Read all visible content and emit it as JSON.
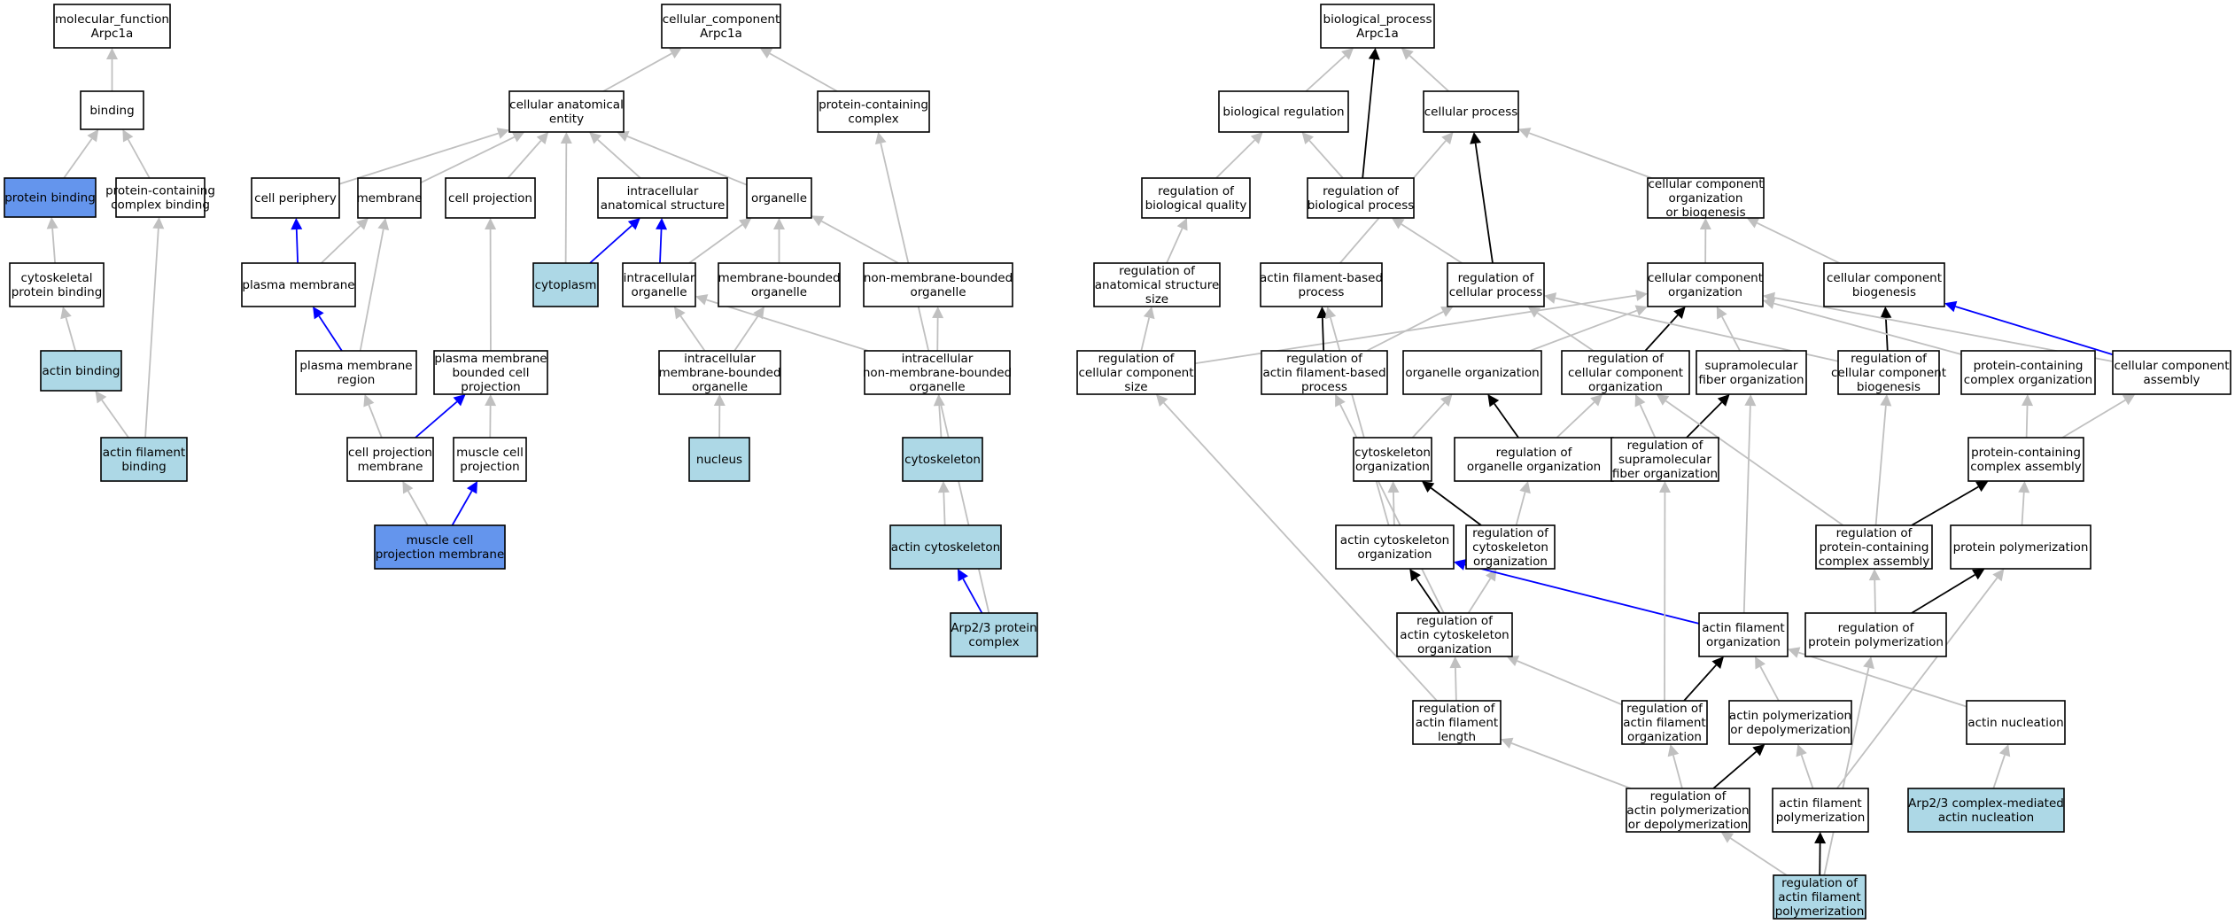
{
  "colors": {
    "node_default": "#ffffff",
    "node_light": "#add8e6",
    "node_highlight": "#6495ed",
    "edge_is_a": "#c0c0c0",
    "edge_part_of": "#0000ff",
    "edge_regulates": "#000000"
  },
  "nodes": [
    {
      "id": "mf",
      "lines": [
        "molecular_function",
        "Arpc1a"
      ],
      "fill": "default"
    },
    {
      "id": "binding",
      "lines": [
        "binding"
      ],
      "fill": "default"
    },
    {
      "id": "protein_binding",
      "lines": [
        "protein binding"
      ],
      "fill": "highlight"
    },
    {
      "id": "pc_complex_binding",
      "lines": [
        "protein-containing",
        "complex binding"
      ],
      "fill": "default"
    },
    {
      "id": "cytoskeletal_pb",
      "lines": [
        "cytoskeletal",
        "protein binding"
      ],
      "fill": "default"
    },
    {
      "id": "actin_binding",
      "lines": [
        "actin binding"
      ],
      "fill": "light"
    },
    {
      "id": "actin_filament_binding",
      "lines": [
        "actin filament",
        "binding"
      ],
      "fill": "light"
    },
    {
      "id": "cc",
      "lines": [
        "cellular_component",
        "Arpc1a"
      ],
      "fill": "default"
    },
    {
      "id": "cae",
      "lines": [
        "cellular anatomical",
        "entity"
      ],
      "fill": "default"
    },
    {
      "id": "pcc",
      "lines": [
        "protein-containing",
        "complex"
      ],
      "fill": "default"
    },
    {
      "id": "cell_periphery",
      "lines": [
        "cell periphery"
      ],
      "fill": "default"
    },
    {
      "id": "membrane",
      "lines": [
        "membrane"
      ],
      "fill": "default"
    },
    {
      "id": "cell_projection",
      "lines": [
        "cell projection"
      ],
      "fill": "default"
    },
    {
      "id": "ias",
      "lines": [
        "intracellular",
        "anatomical structure"
      ],
      "fill": "default"
    },
    {
      "id": "organelle",
      "lines": [
        "organelle"
      ],
      "fill": "default"
    },
    {
      "id": "plasma_membrane",
      "lines": [
        "plasma membrane"
      ],
      "fill": "default"
    },
    {
      "id": "cytoplasm",
      "lines": [
        "cytoplasm"
      ],
      "fill": "light"
    },
    {
      "id": "intra_organelle",
      "lines": [
        "intracellular",
        "organelle"
      ],
      "fill": "default"
    },
    {
      "id": "mbo",
      "lines": [
        "membrane-bounded",
        "organelle"
      ],
      "fill": "default"
    },
    {
      "id": "nmbo",
      "lines": [
        "non-membrane-bounded",
        "organelle"
      ],
      "fill": "default"
    },
    {
      "id": "pm_region",
      "lines": [
        "plasma membrane",
        "region"
      ],
      "fill": "default"
    },
    {
      "id": "pmbcp",
      "lines": [
        "plasma membrane",
        "bounded cell",
        "projection"
      ],
      "fill": "default"
    },
    {
      "id": "imbo",
      "lines": [
        "intracellular",
        "membrane-bounded",
        "organelle"
      ],
      "fill": "default"
    },
    {
      "id": "inmbo",
      "lines": [
        "intracellular",
        "non-membrane-bounded",
        "organelle"
      ],
      "fill": "default"
    },
    {
      "id": "cp_membrane",
      "lines": [
        "cell projection",
        "membrane"
      ],
      "fill": "default"
    },
    {
      "id": "muscle_cp",
      "lines": [
        "muscle cell",
        "projection"
      ],
      "fill": "default"
    },
    {
      "id": "nucleus",
      "lines": [
        "nucleus"
      ],
      "fill": "light"
    },
    {
      "id": "cytoskeleton",
      "lines": [
        "cytoskeleton"
      ],
      "fill": "light"
    },
    {
      "id": "mcp_membrane",
      "lines": [
        "muscle cell",
        "projection membrane"
      ],
      "fill": "highlight"
    },
    {
      "id": "actin_cytoskeleton",
      "lines": [
        "actin cytoskeleton"
      ],
      "fill": "light"
    },
    {
      "id": "arp23_complex",
      "lines": [
        "Arp2/3 protein",
        "complex"
      ],
      "fill": "light"
    },
    {
      "id": "bp",
      "lines": [
        "biological_process",
        "Arpc1a"
      ],
      "fill": "default"
    },
    {
      "id": "bio_reg",
      "lines": [
        "biological regulation"
      ],
      "fill": "default"
    },
    {
      "id": "cell_proc",
      "lines": [
        "cellular process"
      ],
      "fill": "default"
    },
    {
      "id": "reg_bio_quality",
      "lines": [
        "regulation of",
        "biological quality"
      ],
      "fill": "default"
    },
    {
      "id": "reg_bio_proc",
      "lines": [
        "regulation of",
        "biological process"
      ],
      "fill": "default"
    },
    {
      "id": "ccob",
      "lines": [
        "cellular component",
        "organization",
        "or biogenesis"
      ],
      "fill": "default"
    },
    {
      "id": "reg_anat_size",
      "lines": [
        "regulation of",
        "anatomical structure",
        "size"
      ],
      "fill": "default"
    },
    {
      "id": "afbp",
      "lines": [
        "actin filament-based",
        "process"
      ],
      "fill": "default"
    },
    {
      "id": "reg_cell_proc",
      "lines": [
        "regulation of",
        "cellular process"
      ],
      "fill": "default"
    },
    {
      "id": "cco",
      "lines": [
        "cellular component",
        "organization"
      ],
      "fill": "default"
    },
    {
      "id": "ccb",
      "lines": [
        "cellular component",
        "biogenesis"
      ],
      "fill": "default"
    },
    {
      "id": "reg_cc_size",
      "lines": [
        "regulation of",
        "cellular component",
        "size"
      ],
      "fill": "default"
    },
    {
      "id": "reg_afbp",
      "lines": [
        "regulation of",
        "actin filament-based",
        "process"
      ],
      "fill": "default"
    },
    {
      "id": "organelle_org",
      "lines": [
        "organelle organization"
      ],
      "fill": "default"
    },
    {
      "id": "reg_cco",
      "lines": [
        "regulation of",
        "cellular component",
        "organization"
      ],
      "fill": "default"
    },
    {
      "id": "smf_org",
      "lines": [
        "supramolecular",
        "fiber organization"
      ],
      "fill": "default"
    },
    {
      "id": "reg_ccb",
      "lines": [
        "regulation of",
        "cellular component",
        "biogenesis"
      ],
      "fill": "default"
    },
    {
      "id": "pc_complex_org",
      "lines": [
        "protein-containing",
        "complex organization"
      ],
      "fill": "default"
    },
    {
      "id": "cc_assembly",
      "lines": [
        "cellular component",
        "assembly"
      ],
      "fill": "default"
    },
    {
      "id": "cytoskeleton_org",
      "lines": [
        "cytoskeleton",
        "organization"
      ],
      "fill": "default"
    },
    {
      "id": "reg_organelle_org",
      "lines": [
        "regulation of",
        "organelle organization"
      ],
      "fill": "default"
    },
    {
      "id": "reg_smf_org",
      "lines": [
        "regulation of",
        "supramolecular",
        "fiber organization"
      ],
      "fill": "default"
    },
    {
      "id": "pc_complex_assembly",
      "lines": [
        "protein-containing",
        "complex assembly"
      ],
      "fill": "default"
    },
    {
      "id": "actin_cyto_org",
      "lines": [
        "actin cytoskeleton",
        "organization"
      ],
      "fill": "default"
    },
    {
      "id": "reg_cyto_org",
      "lines": [
        "regulation of",
        "cytoskeleton",
        "organization"
      ],
      "fill": "default"
    },
    {
      "id": "reg_pcc_assembly",
      "lines": [
        "regulation of",
        "protein-containing",
        "complex assembly"
      ],
      "fill": "default"
    },
    {
      "id": "protein_polymerization",
      "lines": [
        "protein polymerization"
      ],
      "fill": "default"
    },
    {
      "id": "reg_actin_cyto_org",
      "lines": [
        "regulation of",
        "actin cytoskeleton",
        "organization"
      ],
      "fill": "default"
    },
    {
      "id": "actin_filament_org",
      "lines": [
        "actin filament",
        "organization"
      ],
      "fill": "default"
    },
    {
      "id": "reg_protein_poly",
      "lines": [
        "regulation of",
        "protein polymerization"
      ],
      "fill": "default"
    },
    {
      "id": "reg_af_length",
      "lines": [
        "regulation of",
        "actin filament",
        "length"
      ],
      "fill": "default"
    },
    {
      "id": "reg_af_org",
      "lines": [
        "regulation of",
        "actin filament",
        "organization"
      ],
      "fill": "default"
    },
    {
      "id": "actin_poly_depoly",
      "lines": [
        "actin polymerization",
        "or depolymerization"
      ],
      "fill": "default"
    },
    {
      "id": "actin_nucleation",
      "lines": [
        "actin nucleation"
      ],
      "fill": "default"
    },
    {
      "id": "reg_actin_poly_depoly",
      "lines": [
        "regulation of",
        "actin polymerization",
        "or depolymerization"
      ],
      "fill": "default"
    },
    {
      "id": "af_polymerization",
      "lines": [
        "actin filament",
        "polymerization"
      ],
      "fill": "default"
    },
    {
      "id": "arp23_nucleation",
      "lines": [
        "Arp2/3 complex-mediated",
        "actin nucleation"
      ],
      "fill": "light"
    },
    {
      "id": "reg_af_polymerization",
      "lines": [
        "regulation of",
        "actin filament",
        "polymerization"
      ],
      "fill": "light"
    }
  ],
  "edges": [
    {
      "from": "binding",
      "to": "mf",
      "kind": "is_a"
    },
    {
      "from": "protein_binding",
      "to": "binding",
      "kind": "is_a"
    },
    {
      "from": "pc_complex_binding",
      "to": "binding",
      "kind": "is_a"
    },
    {
      "from": "cytoskeletal_pb",
      "to": "protein_binding",
      "kind": "is_a"
    },
    {
      "from": "actin_binding",
      "to": "cytoskeletal_pb",
      "kind": "is_a"
    },
    {
      "from": "actin_filament_binding",
      "to": "actin_binding",
      "kind": "is_a"
    },
    {
      "from": "actin_filament_binding",
      "to": "pc_complex_binding",
      "kind": "is_a"
    },
    {
      "from": "cae",
      "to": "cc",
      "kind": "is_a"
    },
    {
      "from": "pcc",
      "to": "cc",
      "kind": "is_a"
    },
    {
      "from": "cell_periphery",
      "to": "cae",
      "kind": "is_a"
    },
    {
      "from": "membrane",
      "to": "cae",
      "kind": "is_a"
    },
    {
      "from": "cell_projection",
      "to": "cae",
      "kind": "is_a"
    },
    {
      "from": "ias",
      "to": "cae",
      "kind": "is_a"
    },
    {
      "from": "organelle",
      "to": "cae",
      "kind": "is_a"
    },
    {
      "from": "cytoplasm",
      "to": "cae",
      "kind": "is_a"
    },
    {
      "from": "plasma_membrane",
      "to": "cell_periphery",
      "kind": "part_of"
    },
    {
      "from": "plasma_membrane",
      "to": "membrane",
      "kind": "is_a"
    },
    {
      "from": "cytoplasm",
      "to": "ias",
      "kind": "part_of"
    },
    {
      "from": "intra_organelle",
      "to": "ias",
      "kind": "part_of"
    },
    {
      "from": "intra_organelle",
      "to": "organelle",
      "kind": "is_a"
    },
    {
      "from": "mbo",
      "to": "organelle",
      "kind": "is_a"
    },
    {
      "from": "nmbo",
      "to": "organelle",
      "kind": "is_a"
    },
    {
      "from": "pm_region",
      "to": "plasma_membrane",
      "kind": "part_of"
    },
    {
      "from": "pm_region",
      "to": "membrane",
      "kind": "is_a"
    },
    {
      "from": "pmbcp",
      "to": "cell_projection",
      "kind": "is_a"
    },
    {
      "from": "imbo",
      "to": "intra_organelle",
      "kind": "is_a"
    },
    {
      "from": "imbo",
      "to": "mbo",
      "kind": "is_a"
    },
    {
      "from": "inmbo",
      "to": "intra_organelle",
      "kind": "is_a"
    },
    {
      "from": "inmbo",
      "to": "nmbo",
      "kind": "is_a"
    },
    {
      "from": "cp_membrane",
      "to": "pm_region",
      "kind": "is_a"
    },
    {
      "from": "cp_membrane",
      "to": "pmbcp",
      "kind": "part_of"
    },
    {
      "from": "muscle_cp",
      "to": "pmbcp",
      "kind": "is_a"
    },
    {
      "from": "nucleus",
      "to": "imbo",
      "kind": "is_a"
    },
    {
      "from": "cytoskeleton",
      "to": "inmbo",
      "kind": "is_a"
    },
    {
      "from": "mcp_membrane",
      "to": "cp_membrane",
      "kind": "is_a"
    },
    {
      "from": "mcp_membrane",
      "to": "muscle_cp",
      "kind": "part_of"
    },
    {
      "from": "actin_cytoskeleton",
      "to": "cytoskeleton",
      "kind": "is_a"
    },
    {
      "from": "arp23_complex",
      "to": "actin_cytoskeleton",
      "kind": "part_of"
    },
    {
      "from": "arp23_complex",
      "to": "pcc",
      "kind": "is_a"
    },
    {
      "from": "bio_reg",
      "to": "bp",
      "kind": "is_a"
    },
    {
      "from": "cell_proc",
      "to": "bp",
      "kind": "is_a"
    },
    {
      "from": "reg_bio_proc",
      "to": "bp",
      "kind": "regulates"
    },
    {
      "from": "reg_bio_quality",
      "to": "bio_reg",
      "kind": "is_a"
    },
    {
      "from": "reg_bio_proc",
      "to": "bio_reg",
      "kind": "is_a"
    },
    {
      "from": "ccob",
      "to": "cell_proc",
      "kind": "is_a"
    },
    {
      "from": "reg_anat_size",
      "to": "reg_bio_quality",
      "kind": "is_a"
    },
    {
      "from": "afbp",
      "to": "cell_proc",
      "kind": "is_a"
    },
    {
      "from": "reg_cell_proc",
      "to": "reg_bio_proc",
      "kind": "is_a"
    },
    {
      "from": "reg_cell_proc",
      "to": "cell_proc",
      "kind": "regulates"
    },
    {
      "from": "cco",
      "to": "ccob",
      "kind": "is_a"
    },
    {
      "from": "ccb",
      "to": "ccob",
      "kind": "is_a"
    },
    {
      "from": "reg_cc_size",
      "to": "reg_anat_size",
      "kind": "is_a"
    },
    {
      "from": "reg_cc_size",
      "to": "cco",
      "kind": "is_a"
    },
    {
      "from": "reg_afbp",
      "to": "afbp",
      "kind": "regulates"
    },
    {
      "from": "reg_afbp",
      "to": "reg_cell_proc",
      "kind": "is_a"
    },
    {
      "from": "organelle_org",
      "to": "cco",
      "kind": "is_a"
    },
    {
      "from": "reg_cco",
      "to": "cco",
      "kind": "regulates"
    },
    {
      "from": "reg_cco",
      "to": "reg_cell_proc",
      "kind": "is_a"
    },
    {
      "from": "smf_org",
      "to": "cco",
      "kind": "is_a"
    },
    {
      "from": "reg_ccb",
      "to": "ccb",
      "kind": "regulates"
    },
    {
      "from": "reg_ccb",
      "to": "reg_cell_proc",
      "kind": "is_a"
    },
    {
      "from": "pc_complex_org",
      "to": "cco",
      "kind": "is_a"
    },
    {
      "from": "cc_assembly",
      "to": "ccb",
      "kind": "part_of"
    },
    {
      "from": "cc_assembly",
      "to": "cco",
      "kind": "is_a"
    },
    {
      "from": "cytoskeleton_org",
      "to": "organelle_org",
      "kind": "is_a"
    },
    {
      "from": "reg_organelle_org",
      "to": "organelle_org",
      "kind": "regulates"
    },
    {
      "from": "reg_organelle_org",
      "to": "reg_cco",
      "kind": "is_a"
    },
    {
      "from": "reg_smf_org",
      "to": "smf_org",
      "kind": "regulates"
    },
    {
      "from": "reg_smf_org",
      "to": "reg_cco",
      "kind": "is_a"
    },
    {
      "from": "pc_complex_assembly",
      "to": "pc_complex_org",
      "kind": "is_a"
    },
    {
      "from": "pc_complex_assembly",
      "to": "cc_assembly",
      "kind": "is_a"
    },
    {
      "from": "actin_cyto_org",
      "to": "cytoskeleton_org",
      "kind": "is_a"
    },
    {
      "from": "actin_cyto_org",
      "to": "afbp",
      "kind": "is_a"
    },
    {
      "from": "reg_cyto_org",
      "to": "cytoskeleton_org",
      "kind": "regulates"
    },
    {
      "from": "reg_cyto_org",
      "to": "reg_organelle_org",
      "kind": "is_a"
    },
    {
      "from": "reg_pcc_assembly",
      "to": "pc_complex_assembly",
      "kind": "regulates"
    },
    {
      "from": "reg_pcc_assembly",
      "to": "reg_ccb",
      "kind": "is_a"
    },
    {
      "from": "reg_pcc_assembly",
      "to": "reg_cco",
      "kind": "is_a"
    },
    {
      "from": "protein_polymerization",
      "to": "pc_complex_assembly",
      "kind": "is_a"
    },
    {
      "from": "reg_actin_cyto_org",
      "to": "actin_cyto_org",
      "kind": "regulates"
    },
    {
      "from": "reg_actin_cyto_org",
      "to": "reg_cyto_org",
      "kind": "is_a"
    },
    {
      "from": "reg_actin_cyto_org",
      "to": "reg_afbp",
      "kind": "is_a"
    },
    {
      "from": "actin_filament_org",
      "to": "actin_cyto_org",
      "kind": "part_of"
    },
    {
      "from": "actin_filament_org",
      "to": "smf_org",
      "kind": "is_a"
    },
    {
      "from": "reg_protein_poly",
      "to": "protein_polymerization",
      "kind": "regulates"
    },
    {
      "from": "reg_protein_poly",
      "to": "reg_pcc_assembly",
      "kind": "is_a"
    },
    {
      "from": "reg_af_length",
      "to": "reg_actin_cyto_org",
      "kind": "is_a"
    },
    {
      "from": "reg_af_length",
      "to": "reg_cc_size",
      "kind": "is_a"
    },
    {
      "from": "reg_af_org",
      "to": "actin_filament_org",
      "kind": "regulates"
    },
    {
      "from": "reg_af_org",
      "to": "reg_actin_cyto_org",
      "kind": "is_a"
    },
    {
      "from": "reg_af_org",
      "to": "reg_smf_org",
      "kind": "is_a"
    },
    {
      "from": "actin_poly_depoly",
      "to": "actin_filament_org",
      "kind": "is_a"
    },
    {
      "from": "actin_nucleation",
      "to": "actin_filament_org",
      "kind": "is_a"
    },
    {
      "from": "reg_actin_poly_depoly",
      "to": "actin_poly_depoly",
      "kind": "regulates"
    },
    {
      "from": "reg_actin_poly_depoly",
      "to": "reg_af_org",
      "kind": "is_a"
    },
    {
      "from": "reg_actin_poly_depoly",
      "to": "reg_af_length",
      "kind": "is_a"
    },
    {
      "from": "af_polymerization",
      "to": "actin_poly_depoly",
      "kind": "is_a"
    },
    {
      "from": "af_polymerization",
      "to": "protein_polymerization",
      "kind": "is_a"
    },
    {
      "from": "arp23_nucleation",
      "to": "actin_nucleation",
      "kind": "is_a"
    },
    {
      "from": "reg_af_polymerization",
      "to": "af_polymerization",
      "kind": "regulates"
    },
    {
      "from": "reg_af_polymerization",
      "to": "reg_actin_poly_depoly",
      "kind": "is_a"
    },
    {
      "from": "reg_af_polymerization",
      "to": "reg_protein_poly",
      "kind": "is_a"
    }
  ]
}
